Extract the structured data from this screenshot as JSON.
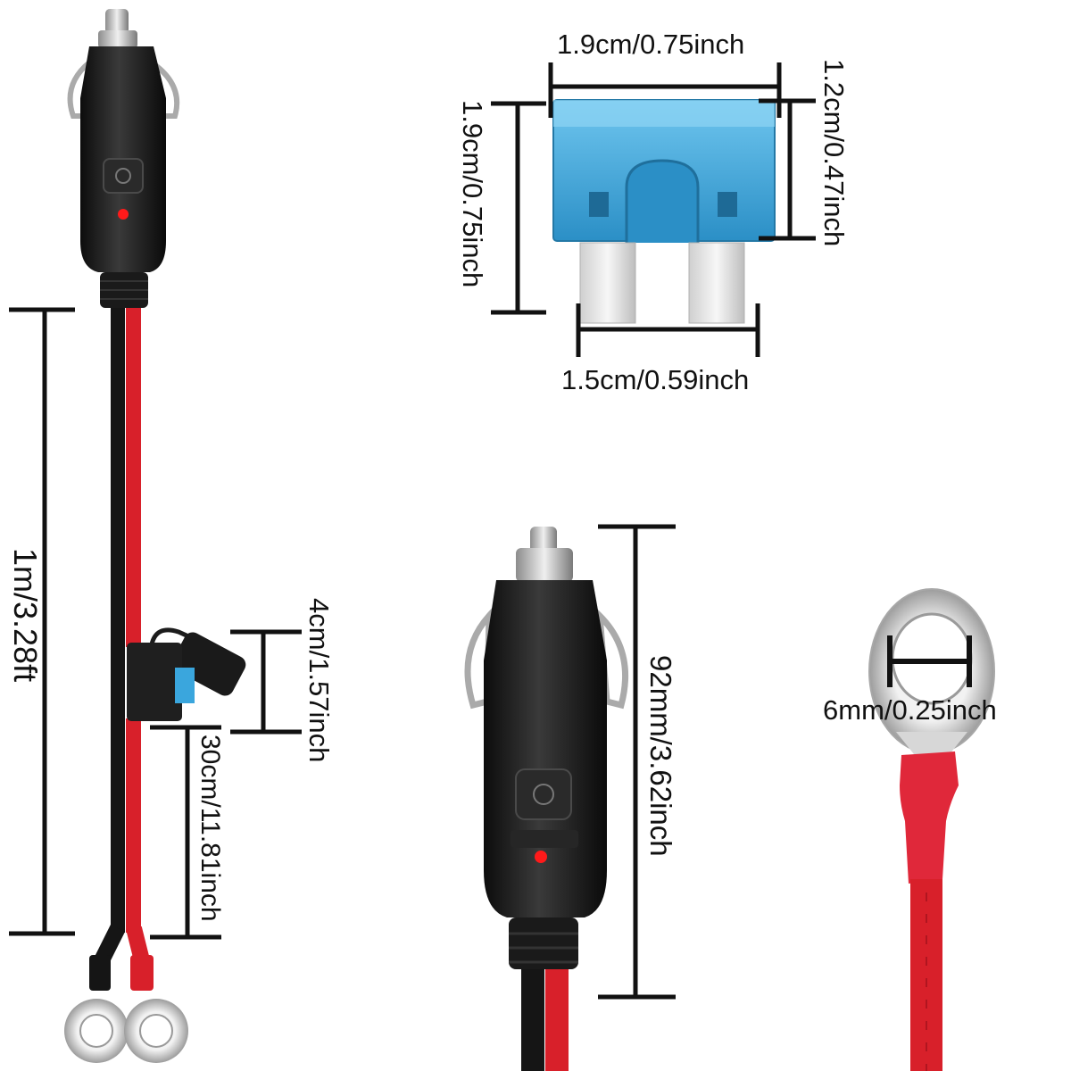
{
  "colors": {
    "dimension_line": "#111111",
    "plug_body": "#1c1c1c",
    "metal": "#c9c9c9",
    "wire_red": "#d8202a",
    "wire_black": "#151515",
    "fuse_blue": "#3aa6dd",
    "led_red": "#ff1a1a"
  },
  "dimensions": {
    "cable_length": "1m/3.28ft",
    "fuse_holder_length": "4cm/1.57inch",
    "branch_length": "30cm/11.81inch",
    "fuse_width": "1.9cm/0.75inch",
    "fuse_height": "1.9cm/0.75inch",
    "fuse_head_height": "1.2cm/0.47inch",
    "fuse_blade_width": "1.5cm/0.59inch",
    "plug_length": "92mm/3.62inch",
    "ring_hole": "6mm/0.25inch"
  }
}
